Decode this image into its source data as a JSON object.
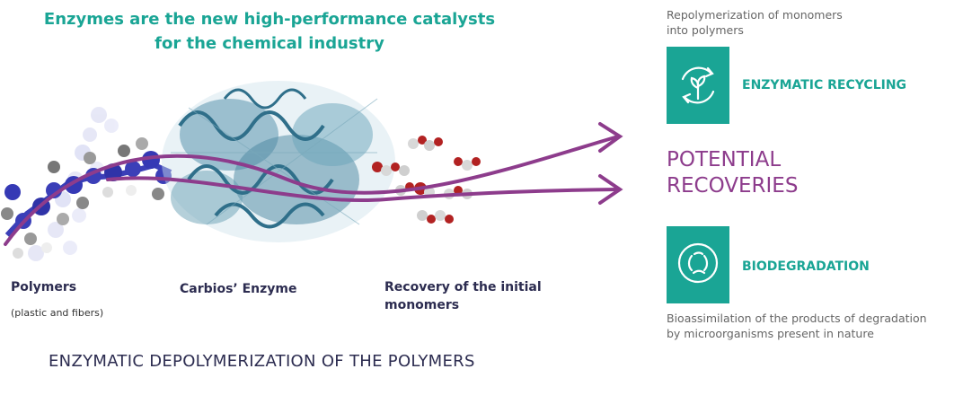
{
  "headline": {
    "line1": "Enzymes are the new high-performance catalysts",
    "line2": "for the chemical industry"
  },
  "stages": [
    {
      "label": "Polymers",
      "sublabel": "(plastic and fibers)"
    },
    {
      "label": "Carbios’ Enzyme"
    },
    {
      "label_line1": "Recovery of the initial",
      "label_line2": "monomers"
    }
  ],
  "process_title": "ENZYMATIC DEPOLYMERIZATION OF THE POLYMERS",
  "center": {
    "line1": "POTENTIAL",
    "line2": "RECOVERIES"
  },
  "outcomes": [
    {
      "name": "ENZYMATIC RECYCLING",
      "icon": "recycle-sprout-icon",
      "desc_line1": "Repolymerization of monomers",
      "desc_line2": "into polymers"
    },
    {
      "name": "BIODEGRADATION",
      "icon": "biodegradation-leaf-icon",
      "desc_line1": "Bioassimilation of the products of degradation",
      "desc_line2": "by microorganisms present in nature"
    }
  ],
  "colors": {
    "teal": "#1aa595",
    "purple": "#8d3c8c",
    "navy": "#2c2c50"
  }
}
